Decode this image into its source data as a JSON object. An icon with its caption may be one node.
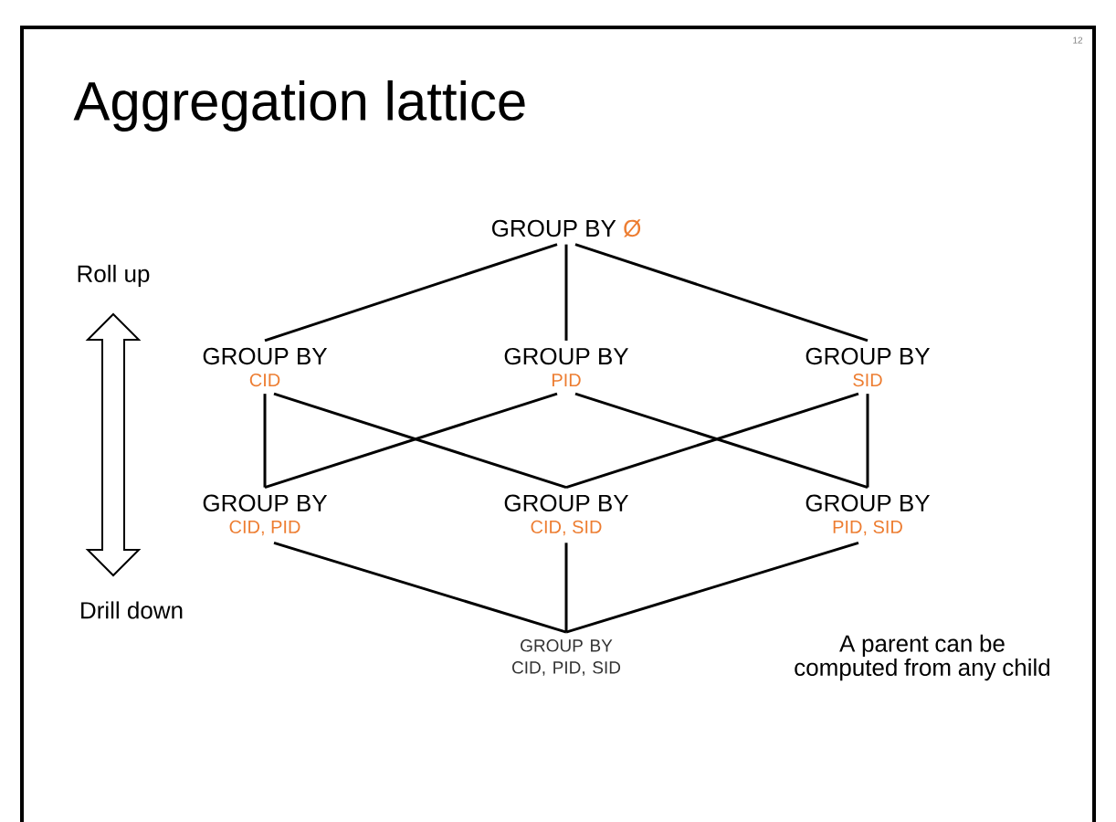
{
  "diagram": {
    "title": "Aggregation lattice",
    "nodes": [
      {
        "text": [
          "GROUP BY",
          "Ø"
        ]
      },
      {
        "text": [
          "GROUP BY",
          "CID"
        ]
      },
      {
        "text": [
          "GROUP BY",
          "PID"
        ]
      },
      {
        "text": [
          "GROUP BY",
          "SID"
        ]
      },
      {
        "text": [
          "GROUP BY",
          "CID, PID"
        ]
      },
      {
        "text": [
          "GROUP BY",
          "CID, SID"
        ]
      },
      {
        "text": [
          "GROUP BY",
          "PID, SID"
        ]
      },
      {
        "text": [
          "GROUP BY CID, PID, SID"
        ]
      }
    ],
    "edges": [
      {
        "from": 0,
        "to": 1,
        "arrow": "none"
      },
      {
        "from": 0,
        "to": 2,
        "arrow": "none"
      },
      {
        "from": 0,
        "to": 3,
        "arrow": "none"
      },
      {
        "from": 1,
        "to": 4,
        "arrow": "none"
      },
      {
        "from": 1,
        "to": 5,
        "arrow": "none"
      },
      {
        "from": 2,
        "to": 4,
        "arrow": "none"
      },
      {
        "from": 2,
        "to": 6,
        "arrow": "none"
      },
      {
        "from": 3,
        "to": 5,
        "arrow": "none"
      },
      {
        "from": 3,
        "to": 6,
        "arrow": "none"
      },
      {
        "from": 4,
        "to": 7,
        "arrow": "none"
      },
      {
        "from": 5,
        "to": 7,
        "arrow": "none"
      },
      {
        "from": 6,
        "to": 7,
        "arrow": "none"
      }
    ],
    "labels": [
      "12",
      "Roll up",
      "Drill down",
      "A parent can be computed from any child"
    ]
  }
}
